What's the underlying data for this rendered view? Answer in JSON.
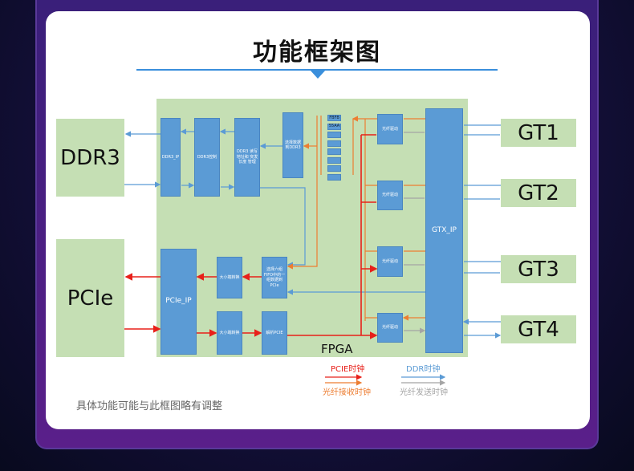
{
  "title": "功能框架图",
  "footnote": "具体功能可能与此框图略有调整",
  "external": {
    "ddr3": "DDR3",
    "pcie": "PCIe",
    "gt": [
      "GT1",
      "GT2",
      "GT3",
      "GT4"
    ]
  },
  "fpga": {
    "label": "FPGA",
    "gtx_ip": "GTX_IP",
    "pcie_ip": "PCIe_IP",
    "ddr3_ip": "DDR3_IP",
    "ddr3_ctrl": "DDR3控制",
    "ddr3_rw": "DDR3 读写地址和 突发长度 管理",
    "select_ddr3": "选择数据 到DDR3",
    "fifo": [
      "FBFB",
      "55AA"
    ],
    "fiber_driver": "光纤驱动",
    "endian": "大小端转换",
    "select_pcie": "选择六组 FIFO中的一 组数据到 PCIe",
    "parse_pcie": "解析PCIE"
  },
  "legend": {
    "pcie_clock": "PCIE时钟",
    "ddr_clock": "DDR时钟",
    "fiber_rx_clock": "光纤接收时钟",
    "fiber_tx_clock": "光纤发送时钟"
  },
  "colors": {
    "pcie": "#e8201a",
    "ddr": "#5b9bd5",
    "fiber_rx": "#ed7d31",
    "fiber_tx": "#a5a5a5",
    "block": "#5b9bd5",
    "fpga_bg": "#c5dfb4"
  }
}
